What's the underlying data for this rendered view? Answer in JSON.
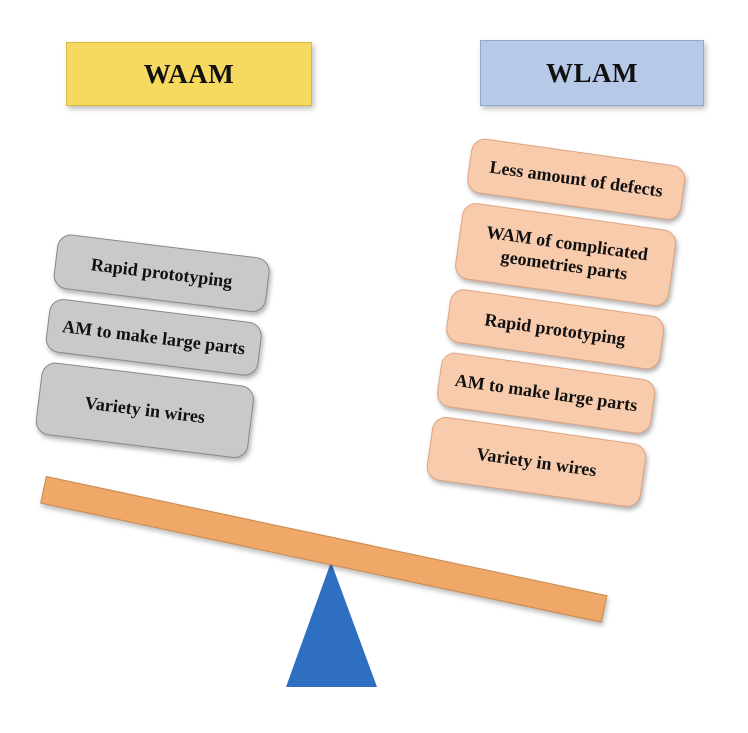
{
  "headers": {
    "left": {
      "label": "WAAM"
    },
    "right": {
      "label": "WLAM"
    }
  },
  "left_items": [
    {
      "label": "Rapid prototyping"
    },
    {
      "label": "AM to make large parts"
    },
    {
      "label": "Variety in wires"
    }
  ],
  "right_items": [
    {
      "label": "Less amount of defects"
    },
    {
      "label": "WAM of complicated geometries parts"
    },
    {
      "label": "Rapid prototyping"
    },
    {
      "label": "AM to make large parts"
    },
    {
      "label": "Variety in wires"
    }
  ],
  "colors": {
    "waam_bg": "#f6da60",
    "waam_border": "#d8bb3e",
    "wlam_bg": "#b6c9e6",
    "wlam_border": "#8fa8d0",
    "gray_bg": "#c9c9c9",
    "gray_border": "#8a8a8a",
    "peach_bg": "#f8cbad",
    "peach_border": "#e0a37e",
    "beam_bg": "#f0a868",
    "beam_border": "#c98a50",
    "fulcrum": "#2f6fc1"
  }
}
